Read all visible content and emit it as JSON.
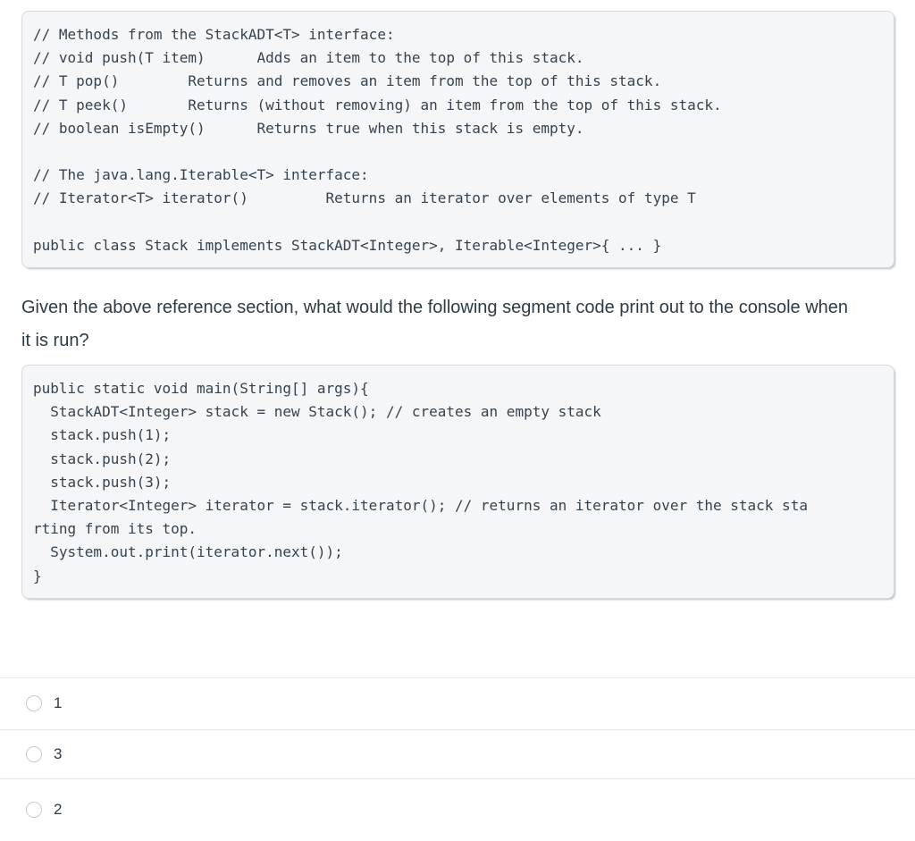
{
  "reference_box": {
    "text": "// Methods from the StackADT<T> interface:\n// void push(T item)      Adds an item to the top of this stack.\n// T pop()        Returns and removes an item from the top of this stack.\n// T peek()       Returns (without removing) an item from the top of this stack.\n// boolean isEmpty()      Returns true when this stack is empty.\n\n// The java.lang.Iterable<T> interface:\n// Iterator<T> iterator()         Returns an iterator over elements of type T\n\npublic class Stack implements StackADT<Integer>, Iterable<Integer>{ ... }"
  },
  "question": {
    "text": "Given the above reference section, what would the following segment code print out to the console when it is run?"
  },
  "code_box": {
    "text": "public static void main(String[] args){\n  StackADT<Integer> stack = new Stack(); // creates an empty stack\n  stack.push(1);\n  stack.push(2);\n  stack.push(3);\n  Iterator<Integer> iterator = stack.iterator(); // returns an iterator over the stack sta\nrting from its top.\n  System.out.print(iterator.next());\n}"
  },
  "options": [
    {
      "label": "1"
    },
    {
      "label": "3"
    },
    {
      "label": "2"
    }
  ],
  "colors": {
    "code_box_bg": "#f5f6f7",
    "code_box_border": "#d6d9dd",
    "code_text": "#36434e",
    "body_text": "#2d3b45",
    "divider": "#e7e8ea",
    "radio_border": "#c6cbd0"
  }
}
